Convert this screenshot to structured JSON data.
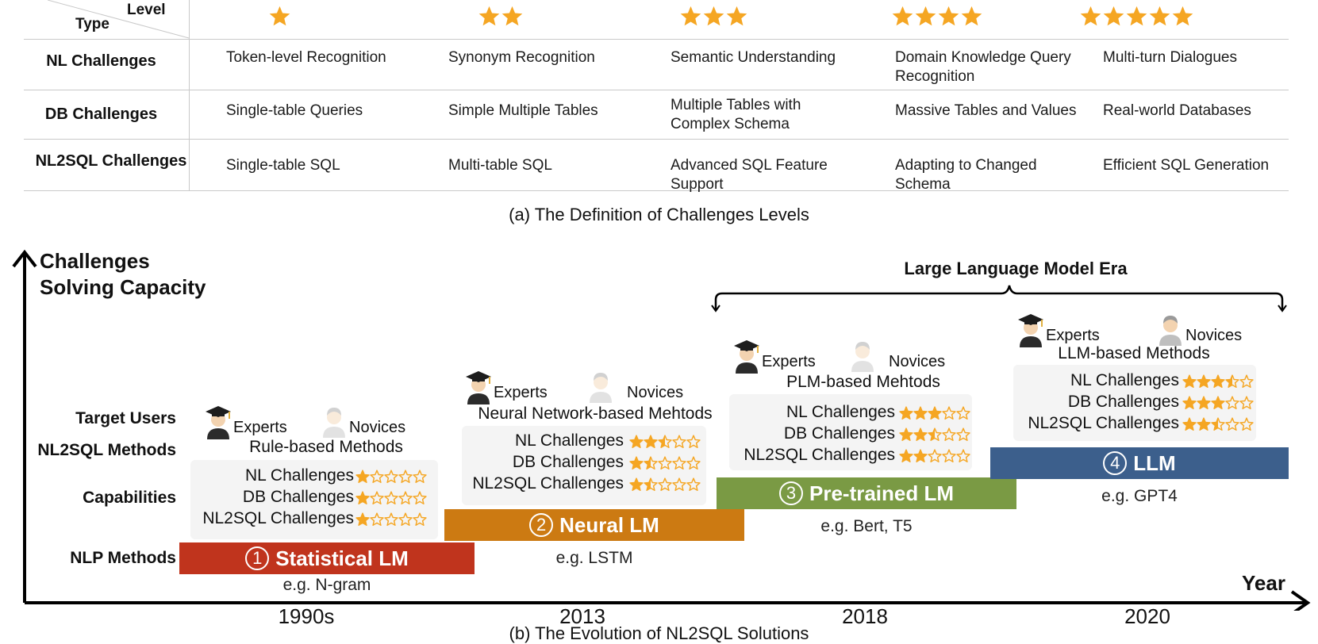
{
  "table": {
    "corner_level": "Level",
    "corner_type": "Type",
    "level_stars": [
      1,
      2,
      3,
      4,
      5
    ],
    "rows": [
      {
        "type": "NL Challenges",
        "cells": [
          "Token-level Recognition",
          "Synonym Recognition",
          "Semantic Understanding",
          "Domain Knowledge Query\nRecognition",
          "Multi-turn Dialogues"
        ]
      },
      {
        "type": "DB Challenges",
        "cells": [
          "Single-table Queries",
          "Simple Multiple Tables",
          "Multiple Tables with\nComplex Schema",
          "Massive Tables and Values",
          "Real-world Databases"
        ]
      },
      {
        "type": "NL2SQL Challenges",
        "cells": [
          "Single-table SQL",
          "Multi-table SQL",
          "Advanced SQL Feature\nSupport",
          "Adapting to Changed\nSchema",
          "Efficient SQL Generation"
        ]
      }
    ],
    "caption": "(a) The Definition of Challenges Levels"
  },
  "evolution": {
    "y_axis_label_1": "Challenges",
    "y_axis_label_2": "Solving Capacity",
    "x_axis_label": "Year",
    "era_label": "Large Language Model Era",
    "row_labels": {
      "target_users": "Target Users",
      "nl2sql_methods": "NL2SQL Methods",
      "capabilities": "Capabilities",
      "nlp_methods": "NLP Methods"
    },
    "years": [
      "1990s",
      "2013",
      "2018",
      "2020"
    ],
    "stages": [
      {
        "num": "1",
        "name": "Statistical LM",
        "example": "e.g. N-gram",
        "color": "#c0341d",
        "method": "Rule-based Methods",
        "experts": "Experts",
        "novices": "Novices",
        "caps": [
          {
            "label": "NL Challenges",
            "rating": 1
          },
          {
            "label": "DB Challenges",
            "rating": 1
          },
          {
            "label": "NL2SQL Challenges",
            "rating": 1
          }
        ]
      },
      {
        "num": "2",
        "name": "Neural LM",
        "example": "e.g. LSTM",
        "color": "#cc7a12",
        "method": "Neural Network-based Mehtods",
        "experts": "Experts",
        "novices": "Novices",
        "caps": [
          {
            "label": "NL Challenges",
            "rating": 2.5
          },
          {
            "label": "DB Challenges",
            "rating": 1.5
          },
          {
            "label": "NL2SQL Challenges",
            "rating": 1.5
          }
        ]
      },
      {
        "num": "3",
        "name": "Pre-trained LM",
        "example": "e.g. Bert, T5",
        "color": "#7a9a44",
        "method": "PLM-based Mehtods",
        "experts": "Experts",
        "novices": "Novices",
        "caps": [
          {
            "label": "NL Challenges",
            "rating": 3
          },
          {
            "label": "DB Challenges",
            "rating": 2.5
          },
          {
            "label": "NL2SQL Challenges",
            "rating": 2
          }
        ]
      },
      {
        "num": "4",
        "name": "LLM",
        "example": "e.g. GPT4",
        "color": "#3c5f8c",
        "method": "LLM-based Methods",
        "experts": "Experts",
        "novices": "Novices",
        "caps": [
          {
            "label": "NL Challenges",
            "rating": 3.5
          },
          {
            "label": "DB Challenges",
            "rating": 3
          },
          {
            "label": "NL2SQL Challenges",
            "rating": 2.5
          }
        ]
      }
    ],
    "caption": "(b) The Evolution of NL2SQL Solutions",
    "star_color": "#f5a623"
  }
}
